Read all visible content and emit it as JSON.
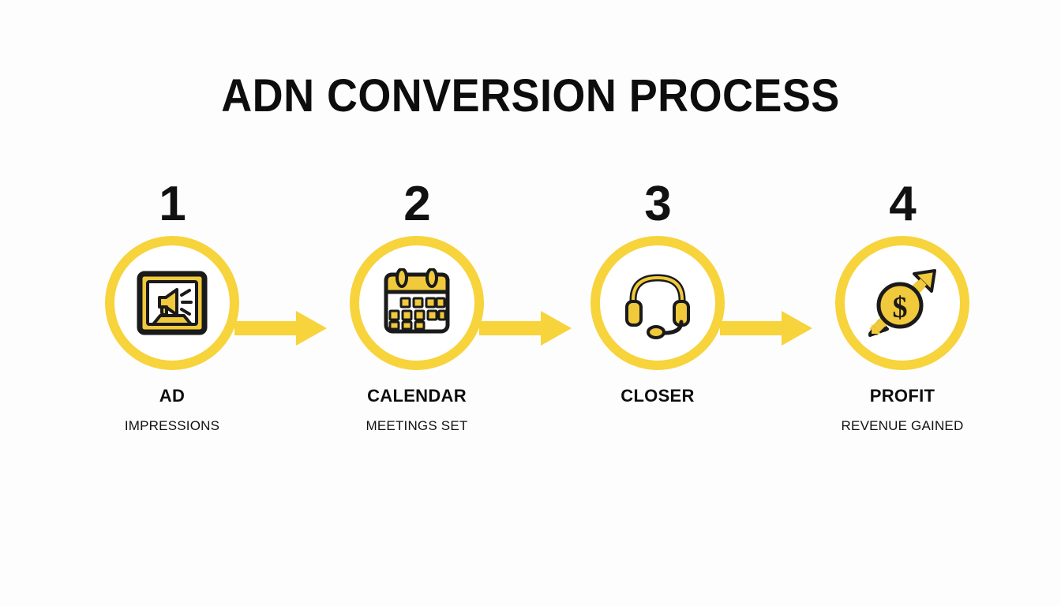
{
  "slide": {
    "title": "ADN CONVERSION PROCESS",
    "background_color": "#fdfdfd",
    "accent_color": "#f7d33c",
    "text_color": "#0d0d0d"
  },
  "steps": [
    {
      "number": "1",
      "label": "AD",
      "sublabel": "IMPRESSIONS",
      "icon": "megaphone-billboard-icon"
    },
    {
      "number": "2",
      "label": "CALENDAR",
      "sublabel": "MEETINGS SET",
      "icon": "calendar-icon"
    },
    {
      "number": "3",
      "label": "CLOSER",
      "sublabel": "",
      "icon": "headset-icon"
    },
    {
      "number": "4",
      "label": "PROFIT",
      "sublabel": "REVENUE GAINED",
      "icon": "dollar-coin-growth-arrow-icon"
    }
  ],
  "connectors": [
    {
      "name": "arrow-1",
      "direction": "right"
    },
    {
      "name": "arrow-2",
      "direction": "right"
    },
    {
      "name": "arrow-3",
      "direction": "right"
    }
  ]
}
